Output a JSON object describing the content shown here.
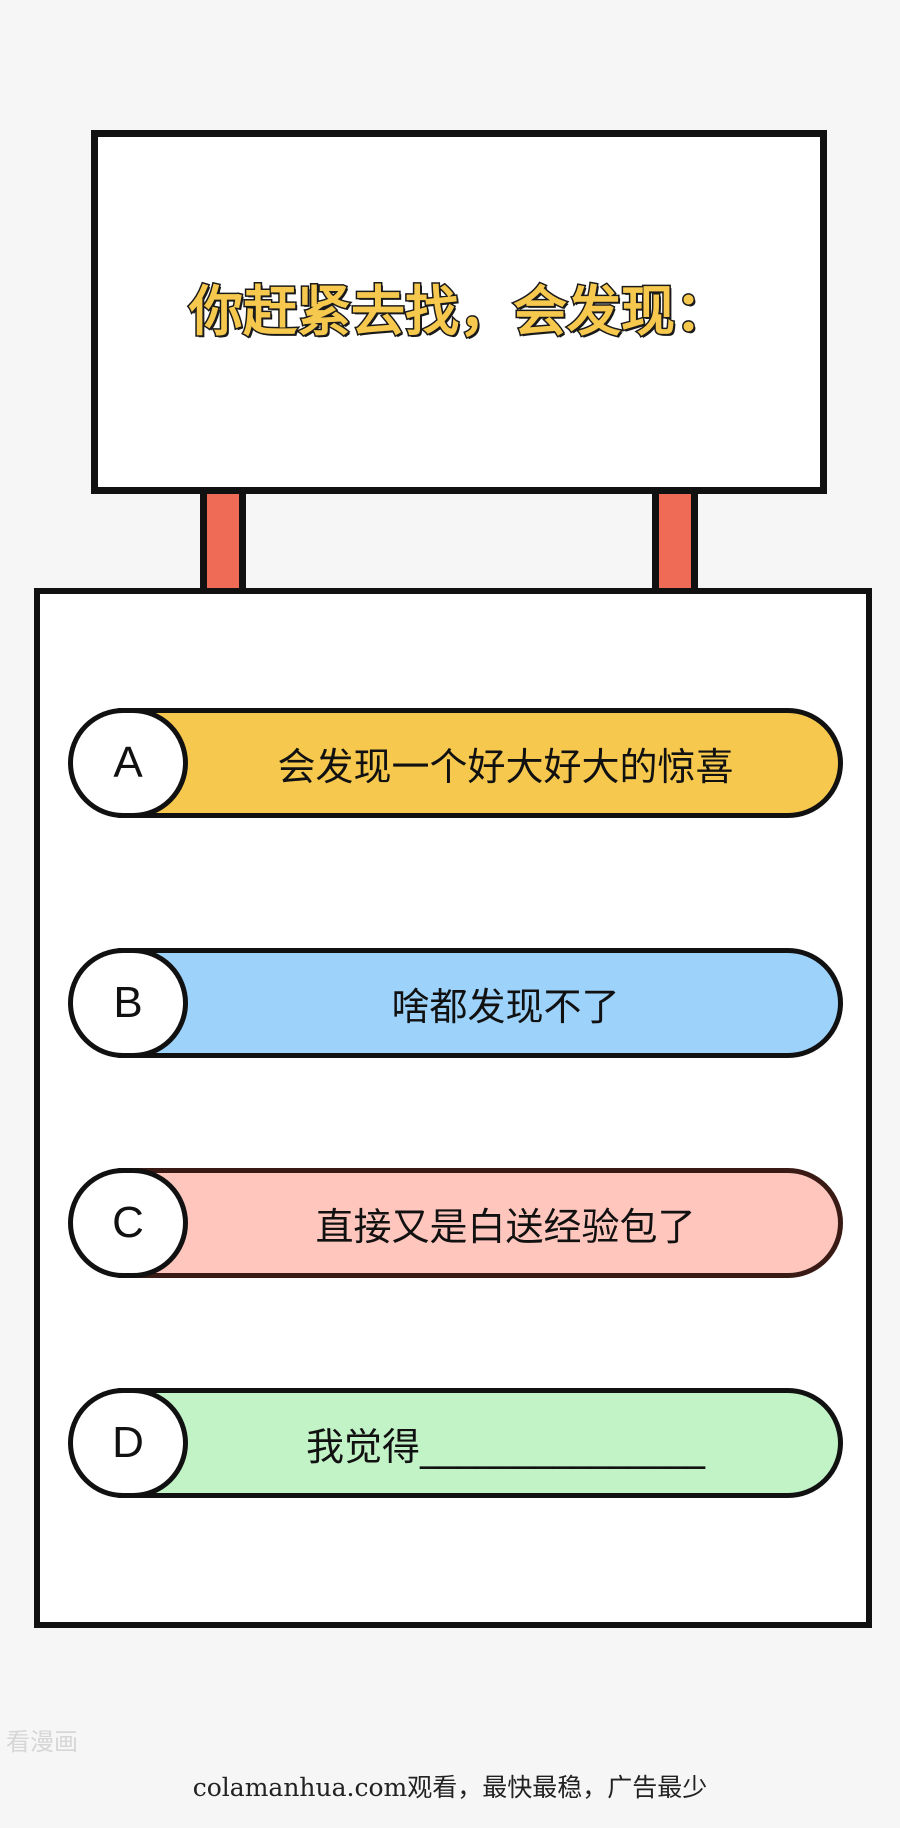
{
  "sign": {
    "title": "你赶紧去找，会发现："
  },
  "options": [
    {
      "letter": "A",
      "text": "会发现一个好大好大的惊喜",
      "color": "#f6c94e"
    },
    {
      "letter": "B",
      "text": "啥都发现不了",
      "color": "#9dd3fb"
    },
    {
      "letter": "C",
      "text": "直接又是白送经验包了",
      "color": "#fec6bd"
    },
    {
      "letter": "D",
      "text": "我觉得_______________",
      "color": "#c2f3c7"
    }
  ],
  "watermark": "看漫画",
  "footer": "colamanhua.com观看，最快最稳，广告最少",
  "colors": {
    "background": "#f6f6f6",
    "post": "#ef6b55",
    "outline": "#111111"
  }
}
